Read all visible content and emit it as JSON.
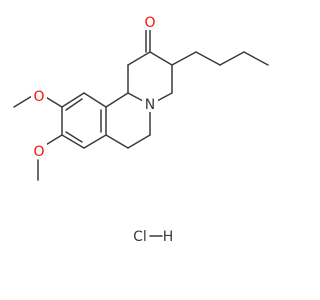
{
  "molecule": {
    "atoms": {
      "carbonyl_oxygen": "O",
      "methoxy_oxygen_1": "O",
      "methoxy_oxygen_2": "O",
      "nitrogen": "N",
      "chlorine": "Cl",
      "hydrogen": "H"
    },
    "colors": {
      "bond": "#3a3a3a",
      "oxygen": "#ff0d0d",
      "nitrogen": "#3050f8",
      "text": "#3a3a3a"
    }
  }
}
